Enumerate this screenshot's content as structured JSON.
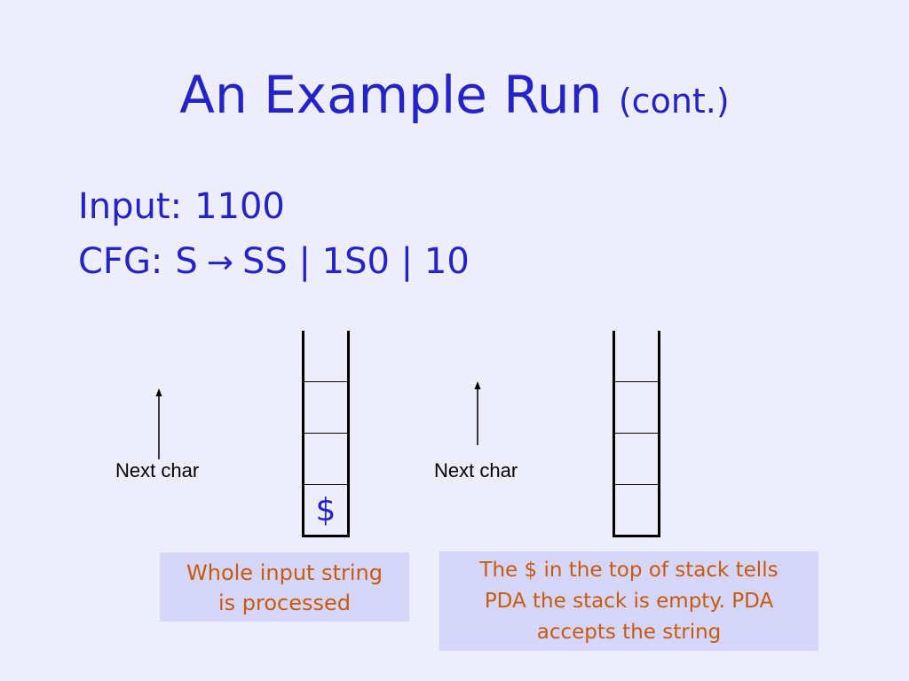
{
  "slide": {
    "title": "An Example Run",
    "title_suffix": "(cont.)",
    "input_label": "Input:",
    "input_value": "1100",
    "cfg_label": "CFG:",
    "cfg_lhs": "S",
    "cfg_arrow": "→",
    "cfg_rhs": "SS | 1S0 | 10"
  },
  "left_panel": {
    "pointer_label": "Next char",
    "stack_bottom_symbol": "$",
    "note_lines": [
      "Whole input string",
      "is processed"
    ]
  },
  "right_panel": {
    "pointer_label": "Next char",
    "note_lines": [
      "The $ in the top of stack tells",
      "PDA the stack is empty.  PDA",
      "accepts the string"
    ]
  },
  "colors": {
    "background": "#EDEDFB",
    "heading_text": "#2323C8",
    "note_background": "#D6D6FA",
    "note_text": "#C55A11"
  }
}
